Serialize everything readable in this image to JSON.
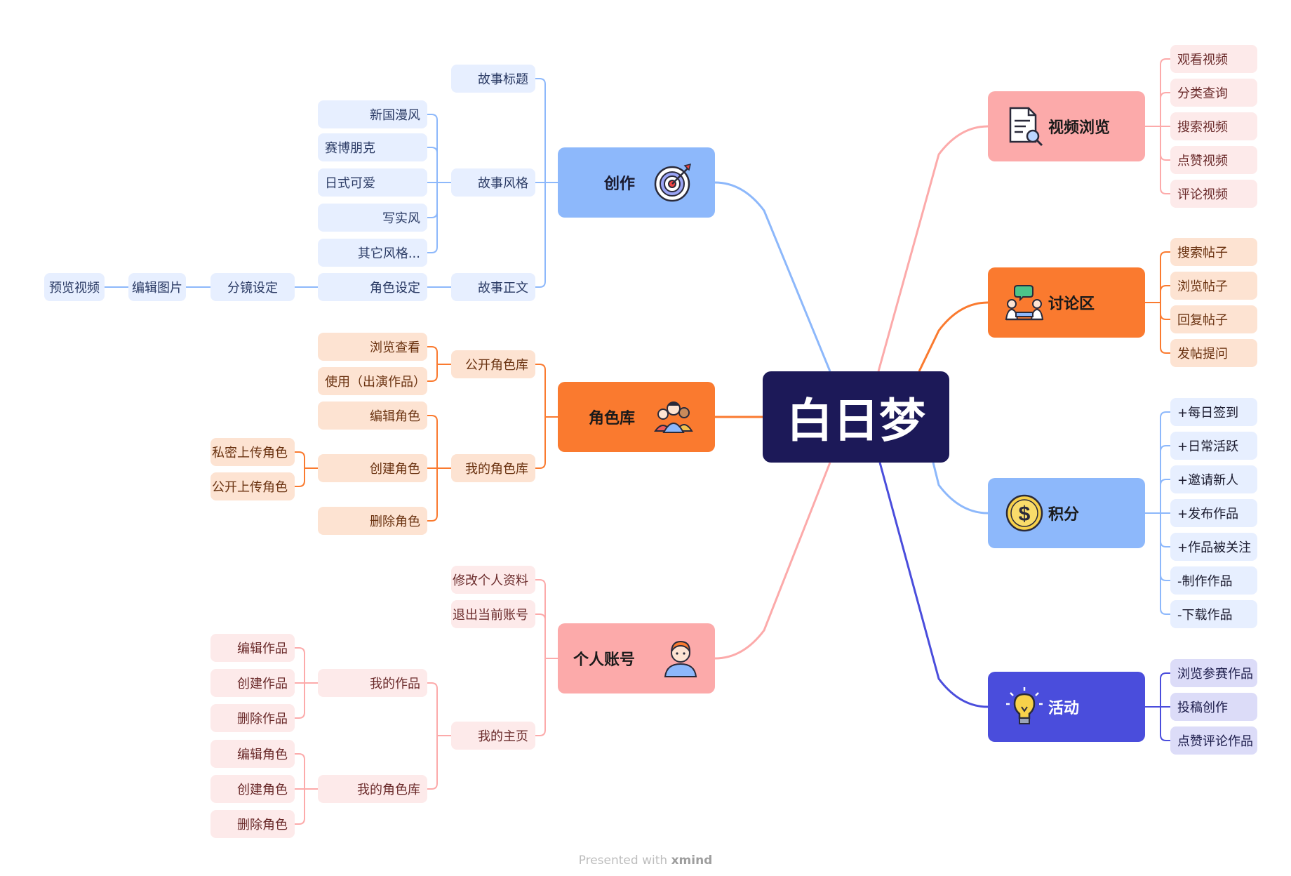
{
  "central": {
    "label": "白日梦",
    "color": "#1c1958"
  },
  "branches": [
    {
      "id": "chuangzuo",
      "label": "创作",
      "icon": "target-icon",
      "color": "#8db8fb",
      "line": "#8db8fb",
      "text": "#1a1a2e",
      "leaf_bg": "#e7efff",
      "leaf_text": "#2a3a64",
      "children": [
        {
          "label": "故事标题",
          "children": []
        },
        {
          "label": "故事风格",
          "children": [
            {
              "label": "新国漫风",
              "children": []
            },
            {
              "label": "赛博朋克",
              "children": []
            },
            {
              "label": "日式可爱",
              "children": []
            },
            {
              "label": "写实风",
              "children": []
            },
            {
              "label": "其它风格...",
              "children": []
            }
          ]
        },
        {
          "label": "故事正文",
          "children": [
            {
              "label": "角色设定",
              "children": [
                {
                  "label": "分镜设定",
                  "children": [
                    {
                      "label": "编辑图片",
                      "children": [
                        {
                          "label": "预览视频",
                          "children": []
                        }
                      ]
                    }
                  ]
                }
              ]
            }
          ]
        }
      ]
    },
    {
      "id": "juesek",
      "label": "角色库",
      "icon": "people-group-icon",
      "color": "#fa7a2f",
      "line": "#fa7a2f",
      "text": "#1a1a1a",
      "leaf_bg": "#fde3d2",
      "leaf_text": "#6a3210",
      "children": [
        {
          "label": "公开角色库",
          "children": [
            {
              "label": "浏览查看",
              "children": []
            },
            {
              "label": "使用（出演作品）",
              "children": []
            }
          ]
        },
        {
          "label": "我的角色库",
          "children": [
            {
              "label": "编辑角色",
              "children": []
            },
            {
              "label": "创建角色",
              "children": [
                {
                  "label": "私密上传角色",
                  "children": []
                },
                {
                  "label": "公开上传角色",
                  "children": []
                }
              ]
            },
            {
              "label": "删除角色",
              "children": []
            }
          ]
        }
      ]
    },
    {
      "id": "geren",
      "label": "个人账号",
      "icon": "user-avatar-icon",
      "color": "#fcaaaa",
      "line": "#fcaaaa",
      "text": "#1a1a1a",
      "leaf_bg": "#fdeaea",
      "leaf_text": "#6a2a2a",
      "children": [
        {
          "label": "修改个人资料",
          "children": []
        },
        {
          "label": "退出当前账号",
          "children": []
        },
        {
          "label": "我的主页",
          "children": [
            {
              "label": "我的作品",
              "children": [
                {
                  "label": "编辑作品",
                  "children": []
                },
                {
                  "label": "创建作品",
                  "children": []
                },
                {
                  "label": "删除作品",
                  "children": []
                }
              ]
            },
            {
              "label": "我的角色库",
              "children": [
                {
                  "label": "编辑角色",
                  "children": []
                },
                {
                  "label": "创建角色",
                  "children": []
                },
                {
                  "label": "删除角色",
                  "children": []
                }
              ]
            }
          ]
        }
      ]
    },
    {
      "id": "shipin",
      "label": "视频浏览",
      "icon": "document-search-icon",
      "color": "#fcaaaa",
      "line": "#fcaaaa",
      "text": "#1a1a1a",
      "leaf_bg": "#fdeaea",
      "leaf_text": "#6a2a2a",
      "children": [
        {
          "label": "观看视频",
          "children": []
        },
        {
          "label": "分类查询",
          "children": []
        },
        {
          "label": "搜索视频",
          "children": []
        },
        {
          "label": "点赞视频",
          "children": []
        },
        {
          "label": "评论视频",
          "children": []
        }
      ]
    },
    {
      "id": "taolun",
      "label": "讨论区",
      "icon": "discussion-icon",
      "color": "#fa7a2f",
      "line": "#fa7a2f",
      "text": "#1a1a1a",
      "leaf_bg": "#fde3d2",
      "leaf_text": "#6a3210",
      "children": [
        {
          "label": "搜索帖子",
          "children": []
        },
        {
          "label": "浏览帖子",
          "children": []
        },
        {
          "label": "回复帖子",
          "children": []
        },
        {
          "label": "发帖提问",
          "children": []
        }
      ]
    },
    {
      "id": "jifen",
      "label": "积分",
      "icon": "coin-dollar-icon",
      "color": "#8db8fb",
      "line": "#8db8fb",
      "text": "#1a1a1a",
      "leaf_bg": "#e7efff",
      "leaf_text": "#1a1a2e",
      "children": [
        {
          "label": "+每日签到",
          "children": []
        },
        {
          "label": "+日常活跃",
          "children": []
        },
        {
          "label": "+邀请新人",
          "children": []
        },
        {
          "label": "+发布作品",
          "children": []
        },
        {
          "label": "+作品被关注",
          "children": []
        },
        {
          "label": "-制作作品",
          "children": []
        },
        {
          "label": "-下载作品",
          "children": []
        }
      ]
    },
    {
      "id": "huodong",
      "label": "活动",
      "icon": "lightbulb-icon",
      "color": "#4a4ddc",
      "line": "#4a4ddc",
      "text": "#ffffff",
      "leaf_bg": "#dcdcf8",
      "leaf_text": "#1c1c4a",
      "children": [
        {
          "label": "浏览参赛作品",
          "children": []
        },
        {
          "label": "投稿创作",
          "children": []
        },
        {
          "label": "点赞评论作品",
          "children": []
        }
      ]
    }
  ],
  "watermark": {
    "prefix": "Presented with ",
    "brand": "xmind"
  }
}
